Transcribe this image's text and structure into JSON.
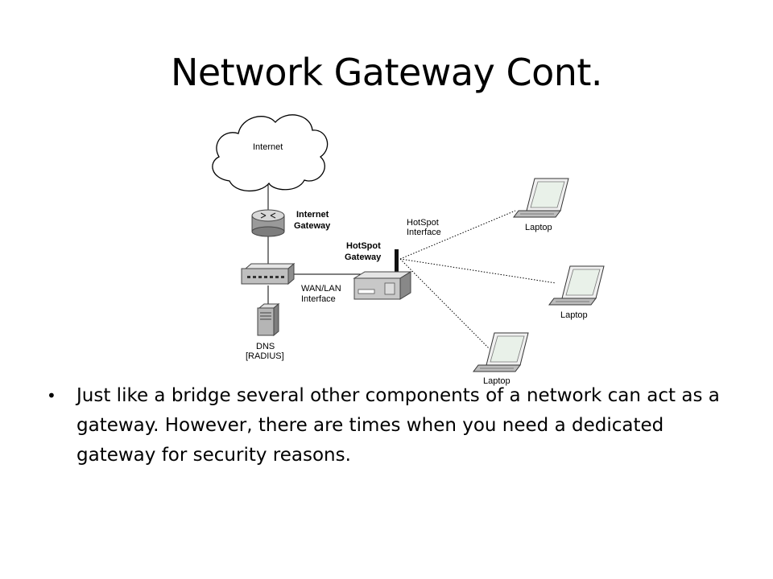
{
  "slide": {
    "title": "Network Gateway Cont.",
    "bullets": [
      "Just like a bridge several other components of a network can act as a gateway. However, there are times when you need a dedicated gateway for security reasons."
    ]
  },
  "diagram": {
    "labels": {
      "internet": "Internet",
      "internet_gateway_1": "Internet",
      "internet_gateway_2": "Gateway",
      "hotspot_gateway_1": "HotSpot",
      "hotspot_gateway_2": "Gateway",
      "hotspot_interface_1": "HotSpot",
      "hotspot_interface_2": "Interface",
      "wan_lan_1": "WAN/LAN",
      "wan_lan_2": "Interface",
      "dns_1": "DNS",
      "dns_2": "[RADIUS]",
      "laptop_top": "Laptop",
      "laptop_mid": "Laptop",
      "laptop_bottom": "Laptop"
    }
  }
}
